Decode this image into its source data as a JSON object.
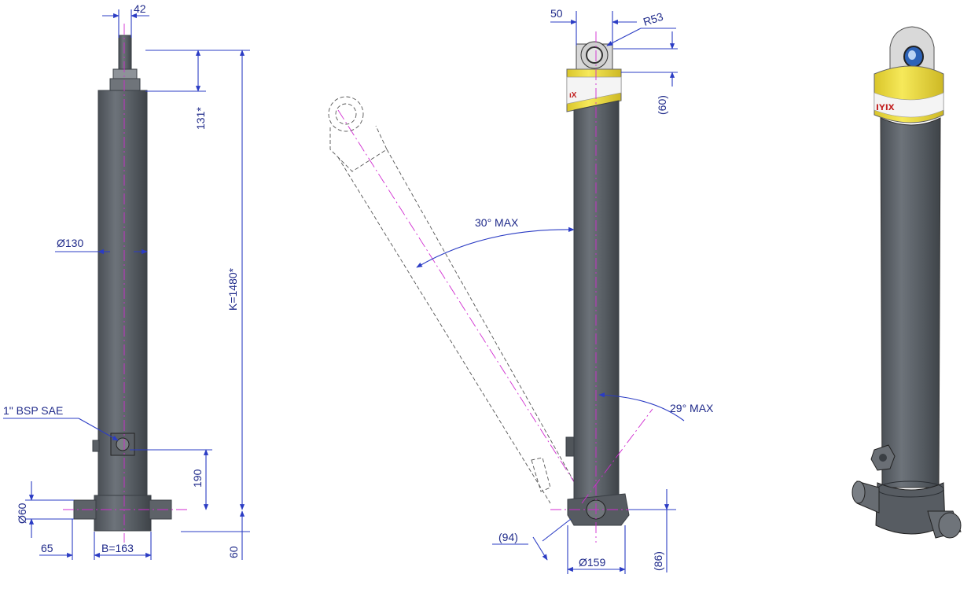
{
  "colors": {
    "dimension": "#2b3cc4",
    "dimension_text": "#1f2a8a",
    "centerline": "#d02bd0",
    "cylinder_body": "#5b6168",
    "cylinder_highlight": "#7b8188",
    "collar_yellow": "#f2e24a",
    "collar_white": "#f4f4f4",
    "logo_red": "#c22020"
  },
  "left_view": {
    "dim_top_width": "42",
    "dim_rod": "131*",
    "dim_length": "K=1480*",
    "dim_diameter": "Ø130",
    "port_label": "1\" BSP SAE",
    "dim_port_height": "190",
    "dim_trunnion_dia": "Ø60",
    "dim_offset": "65",
    "dim_base_width": "B=163",
    "dim_base_height": "60"
  },
  "middle_view": {
    "dim_eye_width": "50",
    "dim_eye_radius": "R53",
    "dim_eye_height": "(60)",
    "angle_tilt": "30° MAX",
    "angle_side": "29° MAX",
    "dim_base_offset": "(94)",
    "dim_base_dia": "Ø159",
    "dim_base_height": "(86)"
  },
  "right_view": {
    "icons": [
      "cylinder-3d-render-icon"
    ]
  }
}
